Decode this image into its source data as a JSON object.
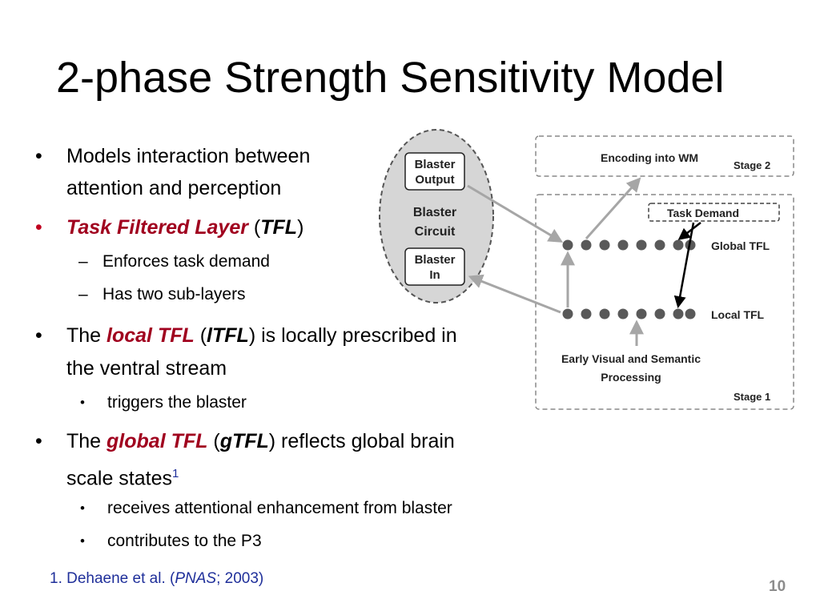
{
  "slide": {
    "title": "2-phase Strength Sensitivity Model",
    "page_number": "10"
  },
  "bullets": {
    "b1_line1": "Models interaction between",
    "b1_line2": "attention and perception",
    "b2_term": "Task Filtered Layer",
    "b2_open": " (",
    "b2_abbr": "TFL",
    "b2_close": ")",
    "b2_sub1": "Enforces task demand",
    "b2_sub2": "Has two sub-layers",
    "b3_pre": "The ",
    "b3_term": "local TFL",
    "b3_open": " (",
    "b3_abbr": "lTFL",
    "b3_post": ") is locally prescribed in",
    "b3_line2": "the ventral stream",
    "b3_sub1": "triggers the blaster",
    "b4_pre": "The ",
    "b4_term": "global TFL",
    "b4_open": " (",
    "b4_abbr": "gTFL",
    "b4_post": ") reflects global brain",
    "b4_line2": "scale states",
    "b4_sup": "1",
    "b4_sub1": "receives attentional enhancement from blaster",
    "b4_sub2": "contributes to the P3"
  },
  "footnote": {
    "prefix": "1. Dehaene et al. (",
    "journal": "PNAS",
    "suffix": "; 2003)"
  },
  "markers": {
    "bullet": "•",
    "dash": "–"
  },
  "diagram": {
    "blaster_output": [
      "Blaster",
      "Output"
    ],
    "blaster_circuit": [
      "Blaster",
      "Circuit"
    ],
    "blaster_in": [
      "Blaster",
      "In"
    ],
    "encoding": "Encoding into WM",
    "stage2": "Stage 2",
    "task_demand": "Task Demand",
    "global_tfl": "Global TFL",
    "local_tfl": "Local TFL",
    "early_processing": [
      "Early Visual and Semantic",
      "Processing"
    ],
    "stage1": "Stage 1"
  },
  "colors": {
    "title": "#000000",
    "accent_red": "#a0001e",
    "bullet_red": "#c0001f",
    "footnote_blue": "#1f2f9a",
    "page_number": "#8c8c8c",
    "node_gray": "#595959",
    "ellipse_fill": "#d6d6d6",
    "arrow_gray": "#a6a6a6"
  }
}
